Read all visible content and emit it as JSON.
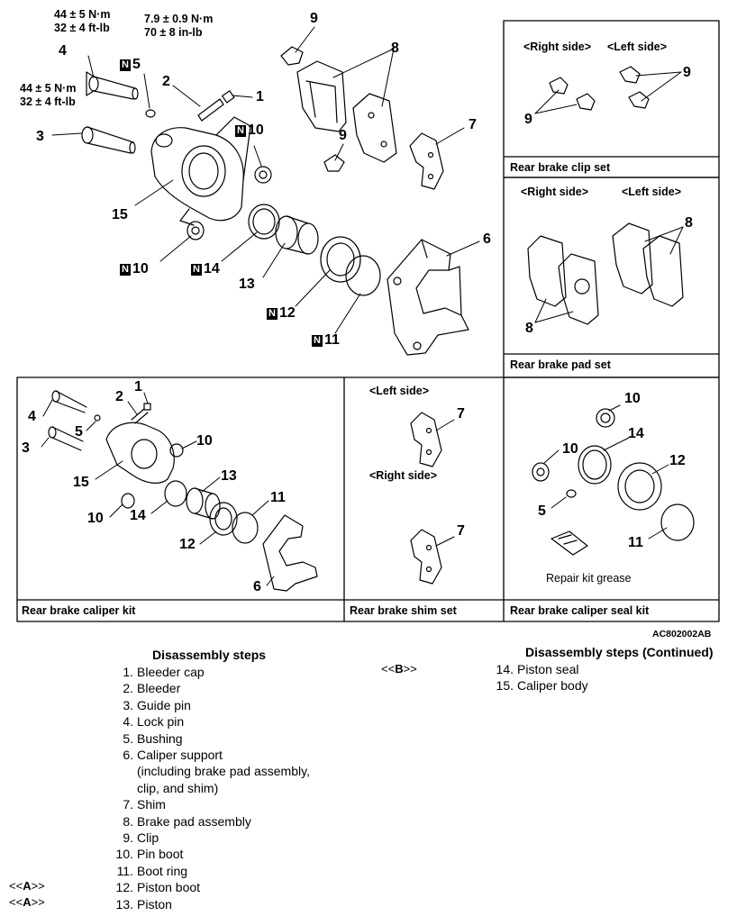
{
  "torque_upper": {
    "line1": "44 ± 5 N·m",
    "line2": "32 ± 4 ft-lb"
  },
  "torque_lower": {
    "line1": "44 ± 5 N·m",
    "line2": "32 ± 4 ft-lb"
  },
  "torque_bleeder": {
    "line1": "7.9 ± 0.9 N·m",
    "line2": "70 ± 8 in-lb"
  },
  "new_part_mark": "N",
  "main_labels": {
    "n1": "1",
    "n2": "2",
    "n3": "3",
    "n4": "4",
    "n5": "5",
    "n6": "6",
    "n7": "7",
    "n8": "8",
    "n9a": "9",
    "n9b": "9",
    "n10a": "10",
    "n10b": "10",
    "n11": "11",
    "n12": "12",
    "n13": "13",
    "n14": "14",
    "n15": "15"
  },
  "clip_set": {
    "caption": "Rear brake clip set",
    "right_side": "<Right side>",
    "left_side": "<Left side>",
    "n9a": "9",
    "n9b": "9"
  },
  "pad_set": {
    "caption": "Rear brake pad set",
    "right_side": "<Right side>",
    "left_side": "<Left side>",
    "n8a": "8",
    "n8b": "8"
  },
  "caliper_kit": {
    "caption": "Rear brake caliper kit",
    "n1": "1",
    "n2": "2",
    "n3": "3",
    "n4": "4",
    "n5": "5",
    "n6": "6",
    "n10a": "10",
    "n10b": "10",
    "n11": "11",
    "n12": "12",
    "n13": "13",
    "n14": "14",
    "n15": "15"
  },
  "shim_set": {
    "caption": "Rear brake shim set",
    "left_side": "<Left side>",
    "right_side": "<Right side>",
    "n7a": "7",
    "n7b": "7"
  },
  "seal_kit": {
    "caption": "Rear brake caliper seal kit",
    "n10a": "10",
    "n10b": "10",
    "n14": "14",
    "n12": "12",
    "n5": "5",
    "n11": "11",
    "grease": "Repair kit grease"
  },
  "figure_code": "AC802002AB",
  "steps": {
    "heading": "Disassembly steps",
    "heading_cont": "Disassembly steps (Continued)",
    "col1": [
      {
        "n": "1.",
        "t": "Bleeder cap"
      },
      {
        "n": "2.",
        "t": "Bleeder"
      },
      {
        "n": "3.",
        "t": "Guide pin"
      },
      {
        "n": "4.",
        "t": "Lock pin"
      },
      {
        "n": "5.",
        "t": "Bushing"
      },
      {
        "n": "6.",
        "t": "Caliper support"
      },
      {
        "n": "",
        "t": " (including brake pad assembly,"
      },
      {
        "n": "",
        "t": "clip, and shim)"
      },
      {
        "n": "7.",
        "t": "Shim"
      },
      {
        "n": "8.",
        "t": "Brake pad assembly"
      },
      {
        "n": "9.",
        "t": "Clip"
      },
      {
        "n": "10.",
        "t": "Pin boot"
      },
      {
        "n": "11.",
        "t": "Boot ring"
      },
      {
        "n": "12.",
        "t": "Piston boot"
      },
      {
        "n": "13.",
        "t": "Piston"
      }
    ],
    "col2": [
      {
        "n": "14.",
        "t": "Piston seal"
      },
      {
        "n": "15.",
        "t": "Caliper body"
      }
    ],
    "ref_a1": {
      "pre": "<<",
      "letter": "A",
      "post": ">>"
    },
    "ref_a2": {
      "pre": "<<",
      "letter": "A",
      "post": ">>"
    },
    "ref_b": {
      "pre": "<<",
      "letter": "B",
      "post": ">>"
    }
  }
}
